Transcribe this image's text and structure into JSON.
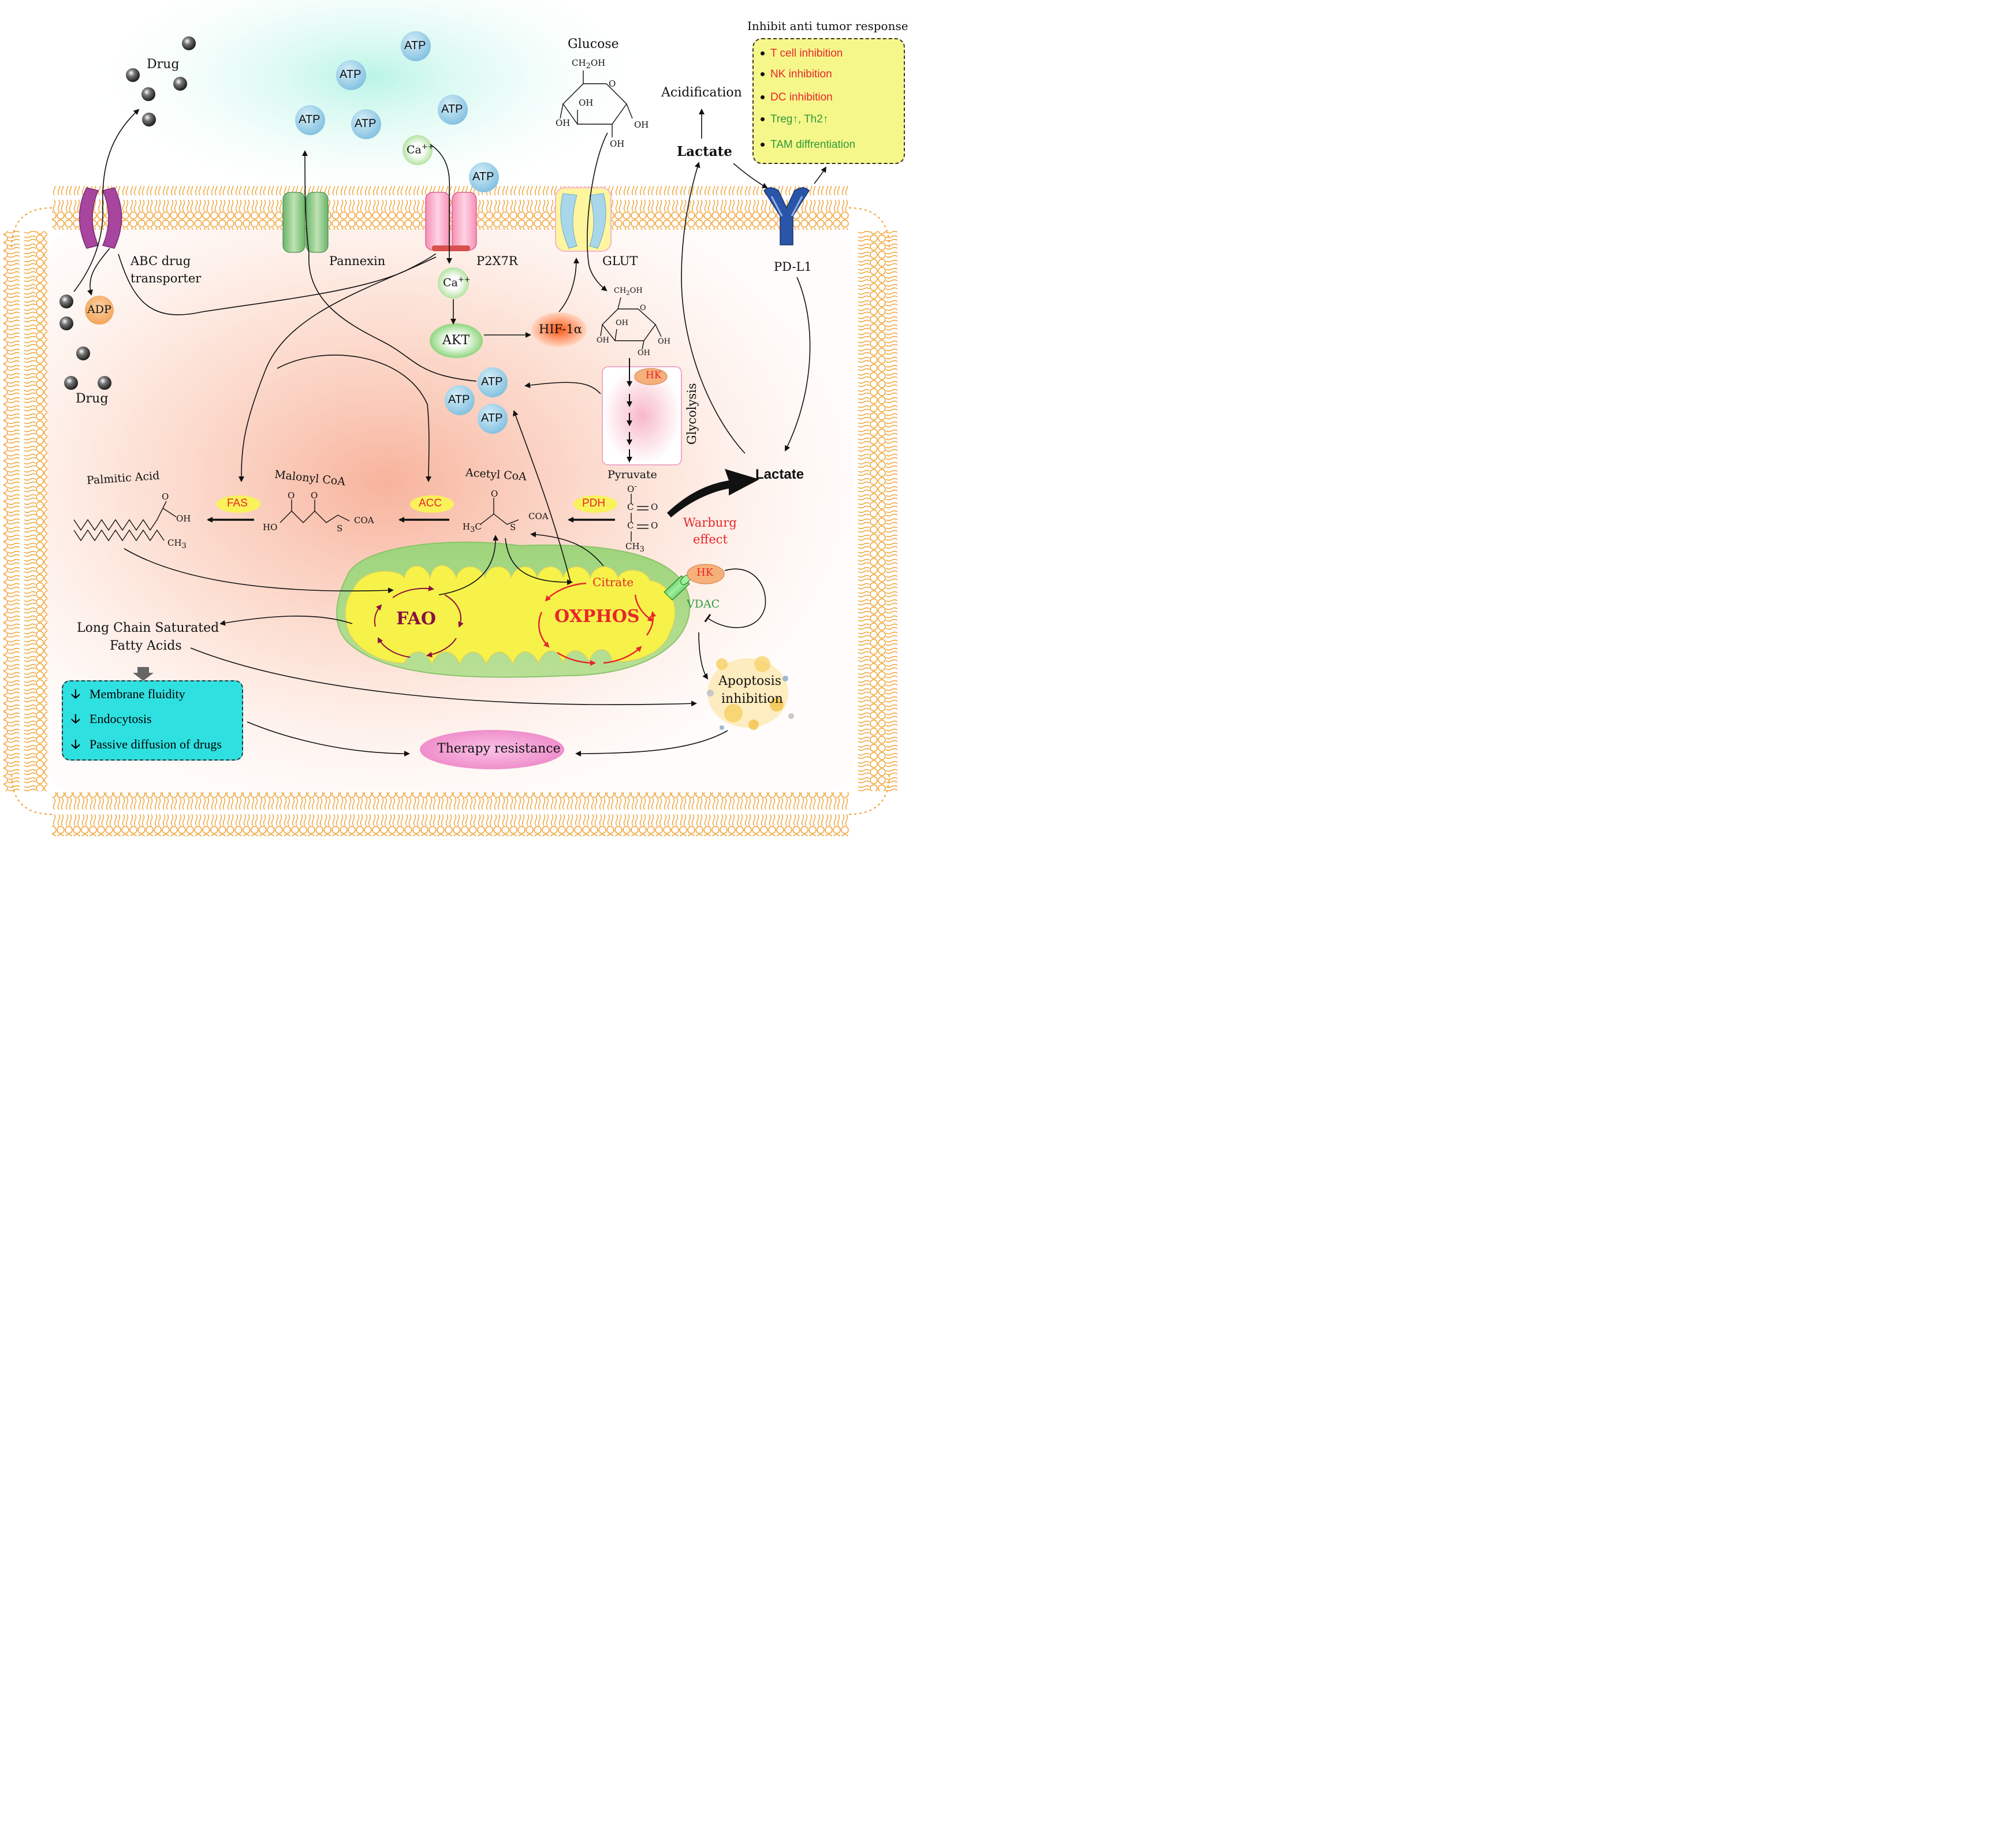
{
  "extracellular": {
    "drug_top": "Drug",
    "drug_bottom": "Drug",
    "adp": "ADP",
    "atp": "ATP",
    "ca_out": "Ca",
    "ca_sup": "++",
    "glucose": "Glucose",
    "acidification": "Acidification",
    "lactate_out": "Lactate"
  },
  "membrane": {
    "abc_line1": "ABC drug",
    "abc_line2": "transporter",
    "pannexin": "Pannexin",
    "p2x7r": "P2X7R",
    "glut": "GLUT",
    "pdl1": "PD-L1"
  },
  "immune_panel": {
    "title": "Inhibit anti tumor response",
    "items": [
      {
        "text": "T cell inhibition",
        "color": "#e8262b"
      },
      {
        "text": "NK inhibition",
        "color": "#e8262b"
      },
      {
        "text": "DC inhibition",
        "color": "#e8262b"
      },
      {
        "text": "Treg↑, Th2↑",
        "color": "#2f9a3a"
      },
      {
        "text": "TAM diffrentiation",
        "color": "#2f9a3a"
      }
    ]
  },
  "signaling": {
    "ca_in": "Ca",
    "akt": "AKT",
    "hif": "HIF-1α",
    "hk_top": "HK",
    "glycolysis": "Glycolysis",
    "hk_mito": "HK",
    "vdac": "VDAC"
  },
  "metabolites": {
    "palmitic_acid": "Palmitic Acid",
    "malonyl_coa": "Malonyl CoA",
    "acetyl_coa": "Acetyl CoA",
    "pyruvate": "Pyruvate",
    "lactate_in": "Lactate",
    "fas": "FAS",
    "acc": "ACC",
    "pdh": "PDH",
    "warburg_line1": "Warburg",
    "warburg_line2": "effect",
    "citrate": "Citrate",
    "fao": "FAO",
    "oxphos": "OXPHOS"
  },
  "chem": {
    "ch2oh": "CH",
    "ch2oh_sub": "2",
    "ch2oh_end": "OH",
    "oh": "OH",
    "o": "O",
    "oh_acid": "OH",
    "ch3": "CH",
    "ch3_sub": "3",
    "ho": "HO",
    "s": "S",
    "coa": "COA",
    "h3c": "H",
    "h3c_sub": "3",
    "h3c_end": "C",
    "c": "C"
  },
  "outcomes": {
    "lcsfa_line1": "Long Chain Saturated",
    "lcsfa_line2": "Fatty Acids",
    "effects": [
      "Membrane fluidity",
      "Endocytosis",
      "Passive diffusion of drugs"
    ],
    "apoptosis_line1": "Apoptosis",
    "apoptosis_line2": "inhibition",
    "therapy": "Therapy resistance"
  },
  "colors": {
    "membrane": "#f0a030",
    "atp": "#8ec9e6",
    "mito_outer": "#a8d88a",
    "mito_inner": "#f6f24a",
    "therapy": "#f29ad0",
    "teal": "#2fe0e0",
    "label_yellow": "#f9f25a",
    "red_text": "#e8262b"
  }
}
